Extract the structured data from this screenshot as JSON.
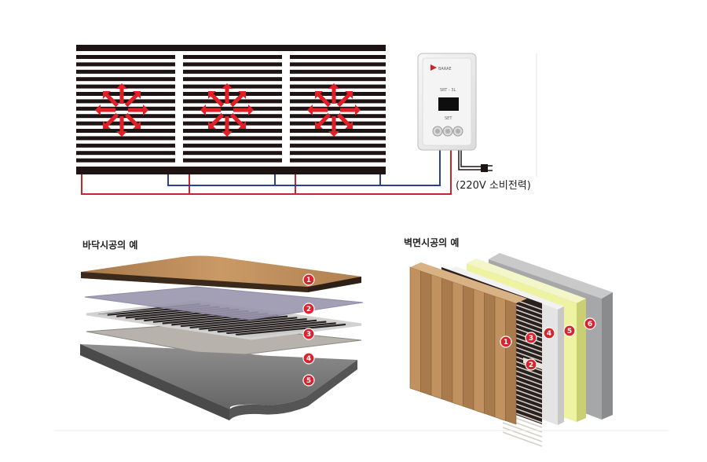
{
  "power_label": "(220V 소비전력)",
  "floor_caption": "바닥시공의 예",
  "wall_caption": "벽면시공의 예",
  "controller": {
    "brand": "BARAE",
    "model": "SRT - 3L",
    "set_label": "SET"
  },
  "floor_layers": [
    "1",
    "2",
    "3",
    "4",
    "5"
  ],
  "wall_layers": [
    "1",
    "2",
    "3",
    "4",
    "5",
    "6"
  ],
  "colors": {
    "arrow_red": "#e21e26",
    "wire_red": "#c8262f",
    "wire_blue": "#2b3f99",
    "stripe_dark": "#1e1414",
    "badge_red": "#d9232d",
    "wood": "#b98a58",
    "film": "#9a96ad",
    "insulation_yellow": "#eef3a2",
    "panel_gray": "#a6a7a8"
  }
}
